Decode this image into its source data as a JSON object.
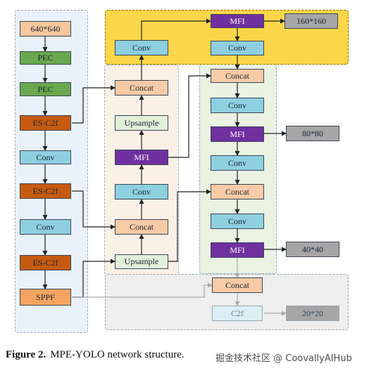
{
  "colors": {
    "input": "#f6c79d",
    "pec": "#6aa84f",
    "esc2f": "#c55a11",
    "conv": "#8ecfe0",
    "concat": "#f8cba6",
    "upsample": "#e2efd9",
    "mfi": "#7030a0",
    "output": "#a6a6a6",
    "sppf": "#f4a460",
    "c2f": "#dbeef4"
  },
  "nodes": {
    "b_input": "640*640",
    "b_pec1": "PEC",
    "b_pec2": "PEC",
    "b_esc1": "ES-C2f",
    "b_conv1": "Conv",
    "b_esc2": "ES-C2f",
    "b_conv2": "Conv",
    "b_esc3": "ES-C2f",
    "b_sppf": "SPPF",
    "n_conv_top": "Conv",
    "n_concat1": "Concat",
    "n_upsample1": "Upsample",
    "n_mfi": "MFI",
    "n_conv2": "Conv",
    "n_concat2": "Concat",
    "n_upsample2": "Upsample",
    "h_mfi1": "MFI",
    "h_conv1": "Conv",
    "h_concat1": "Concat",
    "h_conv2": "Conv",
    "h_mfi2": "MFI",
    "h_conv3": "Conv",
    "h_concat2": "Concat",
    "h_conv4": "Conv",
    "h_mfi3": "MFI",
    "h_concat3": "Concat",
    "h_c2f": "C2f",
    "o_160": "160*160",
    "o_80": "80*80",
    "o_40": "40*40",
    "o_20": "20*20"
  },
  "caption": {
    "label": "Figure 2.",
    "text": "MPE-YOLO network structure."
  },
  "watermark": "掘金技术社区 @ CoovallyAIHub"
}
